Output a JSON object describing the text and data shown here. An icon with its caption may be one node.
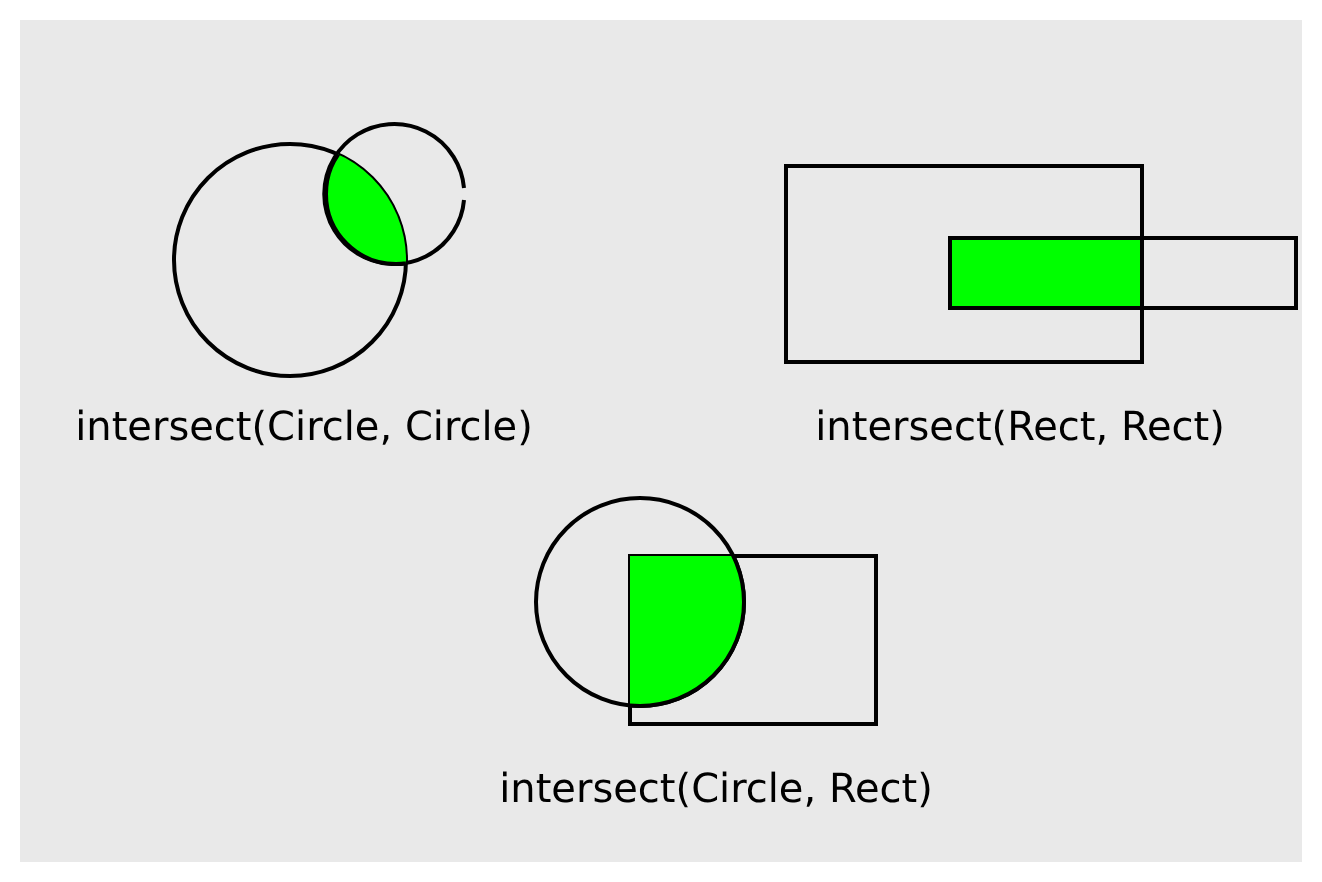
{
  "diagram": {
    "labels": [
      "intersect(Circle, Circle)",
      "intersect(Rect, Rect)",
      "intersect(Circle, Rect)"
    ]
  }
}
